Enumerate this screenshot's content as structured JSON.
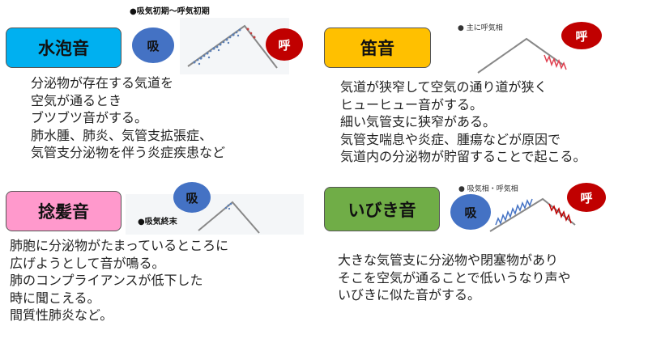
{
  "sections": [
    {
      "name": "水泡音",
      "timing": "●吸気初期～呼気初期",
      "inspiration_label": "吸",
      "expiration_label": "呼",
      "box_color": "#00b0f0",
      "lines": [
        "分泌物が存在する気道を",
        "空気が通るとき",
        "ブツブツ音がする。",
        "肺水腫、肺炎、気管支拡張症、",
        "気管支分泌物を伴う炎症疾患など"
      ]
    },
    {
      "name": "笛音",
      "timing": "● 主に呼気相",
      "expiration_label": "呼",
      "box_color": "#ffc000",
      "lines": [
        "気道が狭窄して空気の通り道が狭く",
        "ヒューヒュー音がする。",
        "細い気管支に狭窄がある。",
        "気管支喘息や炎症、腫瘍などが原因で",
        "気道内の分泌物が貯留することで起こる。"
      ]
    },
    {
      "name": "捻髪音",
      "timing": "●吸気終末",
      "inspiration_label": "吸",
      "box_color": "#ff99cc",
      "lines": [
        "肺胞に分泌物がたまっているところに",
        "広げようとして音が鳴る。",
        "肺のコンプライアンスが低下した",
        "時に聞こえる。",
        "間質性肺炎など。"
      ]
    },
    {
      "name": "いびき音",
      "timing": "● 吸気相・呼気相",
      "inspiration_label": "吸",
      "expiration_label": "呼",
      "box_color": "#70ad47",
      "lines": [
        "大きな気管支に分泌物や閉塞物があり",
        "そこを空気が通ることで低いうなり声や",
        "いびきに似た音がする。"
      ]
    }
  ]
}
